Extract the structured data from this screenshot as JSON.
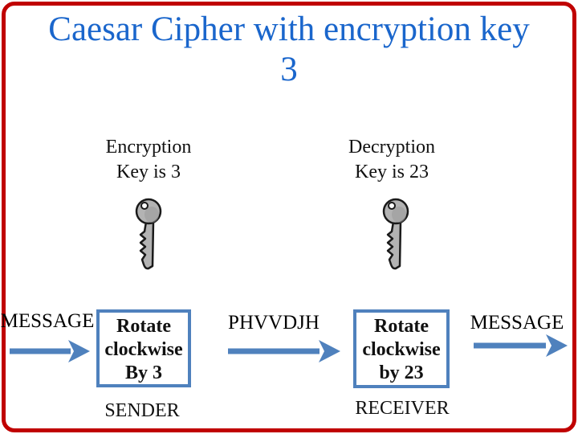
{
  "slide": {
    "colors": {
      "title": "#1a66cc",
      "accent": "#4f81bd",
      "frame": "#c00000",
      "key_fill": "#b3b3b3",
      "key_outline": "#1a1a1a"
    },
    "title_line1": "Caesar Cipher with encryption key",
    "title_line2": "3"
  },
  "keys": {
    "encryption": {
      "line1": "Encryption",
      "line2": "Key is 3"
    },
    "decryption": {
      "line1": "Decryption",
      "line2": "Key is 23"
    }
  },
  "flow": {
    "plaintext_in": "MESSAGE",
    "encrypt_box": {
      "line1": "Rotate",
      "line2": "clockwise",
      "line3": "By 3"
    },
    "ciphertext": "PHVVDJH",
    "decrypt_box": {
      "line1": "Rotate",
      "line2": "clockwise",
      "line3": "by 23"
    },
    "plaintext_out": "MESSAGE",
    "sender": "SENDER",
    "receiver": "RECEIVER"
  }
}
